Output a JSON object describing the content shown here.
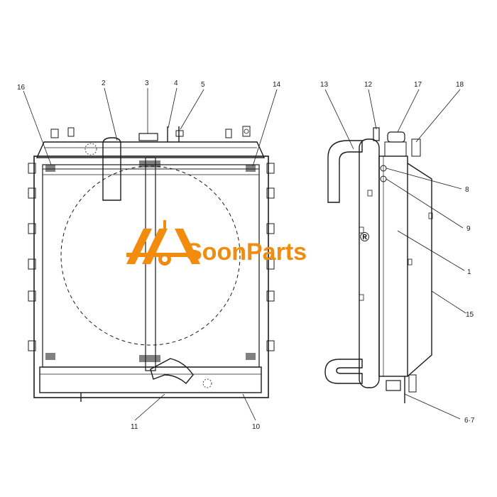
{
  "watermark": {
    "brand": "SoonParts",
    "registered_mark": "®",
    "brand_color": "#f28c0f"
  },
  "front_view": {
    "callouts": [
      "16",
      "2",
      "3",
      "4",
      "5",
      "14",
      "11",
      "10"
    ]
  },
  "side_view": {
    "callouts": [
      "13",
      "12",
      "17",
      "18",
      "8",
      "9",
      "1",
      "15",
      "6·7"
    ]
  },
  "colors": {
    "ink": "#1a1a1a",
    "background": "#ffffff"
  }
}
